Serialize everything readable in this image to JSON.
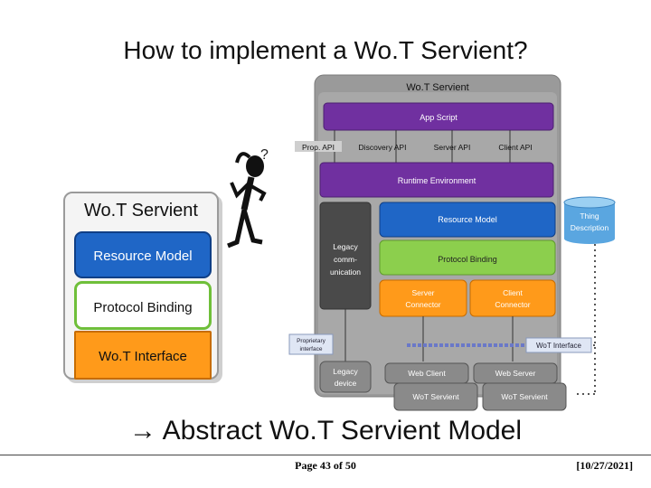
{
  "title": "How to implement a Wo.T Servient?",
  "servient_stack": {
    "heading": "Wo.T Servient",
    "blocks": [
      "Resource Model",
      "Protocol Binding",
      "Wo.T Interface"
    ]
  },
  "diagram": {
    "outer_title": "Wo.T Servient",
    "app_script": "App Script",
    "apis": [
      "Prop. API",
      "Discovery API",
      "Server API",
      "Client API"
    ],
    "runtime": "Runtime Environment",
    "legacy_comm": [
      "Legacy",
      "comm-",
      "unication"
    ],
    "resource_model": "Resource Model",
    "protocol_binding": "Protocol Binding",
    "server_connector": [
      "Server",
      "Connector"
    ],
    "client_connector": [
      "Client",
      "Connector"
    ],
    "thing_description": [
      "Thing",
      "Description"
    ],
    "proprietary_interface": [
      "Proprietary",
      "interface"
    ],
    "wot_interface": "WoT Interface",
    "legacy_device": [
      "Legacy",
      "device"
    ],
    "web_client": "Web Client",
    "web_server": "Web Server",
    "servient_left": "WoT Servient",
    "servient_right": "WoT Servient"
  },
  "caption": "→ Abstract Wo.T Servient Model",
  "footer": {
    "page": "Page 43 of 50",
    "date": "[10/27/2021]"
  },
  "colors": {
    "purple": "#7030a0",
    "blue": "#1f66c6",
    "green": "#8ccf4d",
    "orange": "#ff9a1a",
    "gray": "#8a8a8a"
  }
}
